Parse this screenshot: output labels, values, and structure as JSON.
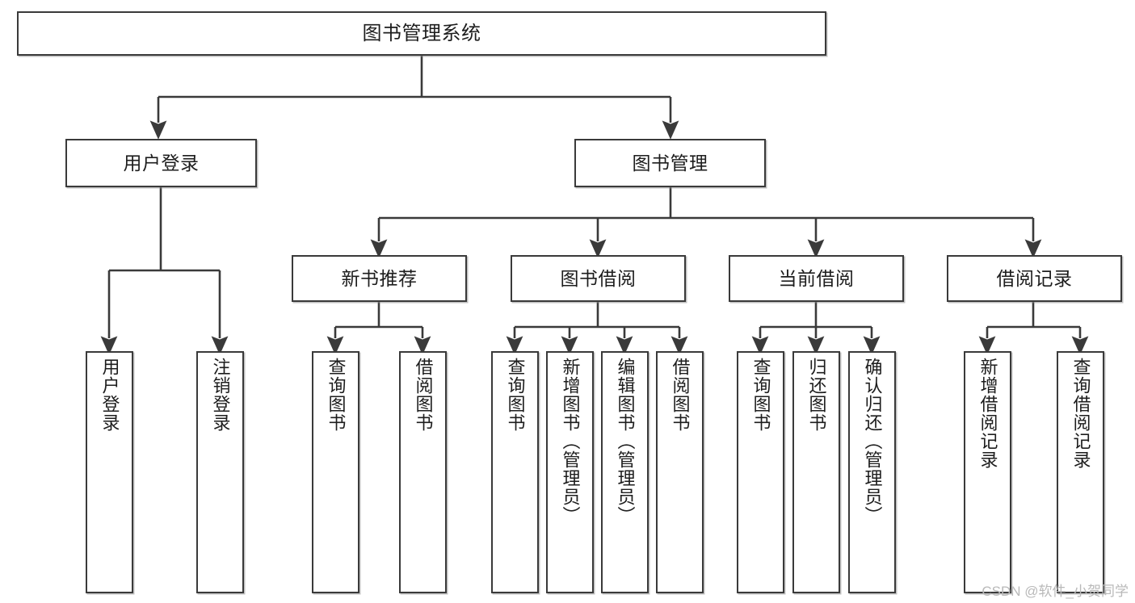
{
  "diagram": {
    "title": "图书管理系统",
    "root": {
      "label": "图书管理系统"
    },
    "level2": [
      {
        "label": "用户登录"
      },
      {
        "label": "图书管理"
      }
    ],
    "level3": [
      {
        "label": "新书推荐"
      },
      {
        "label": "图书借阅"
      },
      {
        "label": "当前借阅"
      },
      {
        "label": "借阅记录"
      }
    ],
    "leaves": {
      "user_login": [
        {
          "label": "用户登录"
        },
        {
          "label": "注销登录"
        }
      ],
      "new_book_recommend": [
        {
          "label": "查询图书"
        },
        {
          "label": "借阅图书"
        }
      ],
      "book_borrow": [
        {
          "label": "查询图书"
        },
        {
          "label": "新增图书（管理员）"
        },
        {
          "label": "编辑图书（管理员）"
        },
        {
          "label": "借阅图书"
        }
      ],
      "current_borrow": [
        {
          "label": "查询图书"
        },
        {
          "label": "归还图书"
        },
        {
          "label": "确认归还（管理员）"
        }
      ],
      "borrow_record": [
        {
          "label": "新增借阅记录"
        },
        {
          "label": "查询借阅记录"
        }
      ]
    }
  },
  "watermark": {
    "text": "CSDN @软件_小贺同学"
  },
  "colors": {
    "border": "#3a3a3a",
    "text": "#1d1d1d",
    "background": "#ffffff",
    "watermark": "#b9b9b9"
  }
}
